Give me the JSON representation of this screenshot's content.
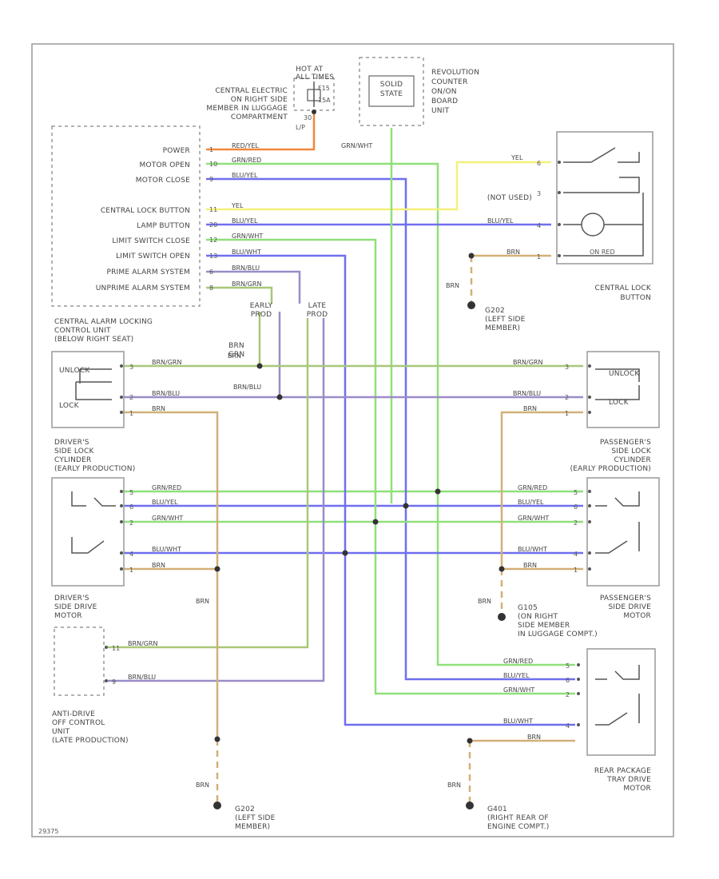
{
  "labels": {
    "hot_at": [
      "HOT AT",
      "ALL TIMES"
    ],
    "fuse_cluster": [
      "CENTRAL ELECTRIC",
      "ON RIGHT SIDE",
      "MEMBER IN LUGGAGE",
      "COMPARTMENT"
    ],
    "fuse_code": "F15",
    "fuse_amp": "15A",
    "fuse_pin": "L/P",
    "fuse_num": "30",
    "rev_counter_box": [
      "SOLID",
      "STATE"
    ],
    "rev_counter": [
      "REVOLUTION",
      "COUNTER",
      "ON/ON",
      "BOARD",
      "UNIT"
    ],
    "ctrl_unit_pins": [
      "POWER",
      "MOTOR OPEN",
      "MOTOR CLOSE",
      "CENTRAL LOCK BUTTON",
      "LAMP BUTTON",
      "LIMIT SWITCH CLOSE",
      "LIMIT SWITCH OPEN",
      "PRIME ALARM SYSTEM",
      "UNPRIME ALARM SYSTEM"
    ],
    "ctrl_unit": [
      "CENTRAL ALARM LOCKING",
      "CONTROL UNIT",
      "(BELOW RIGHT SEAT)"
    ],
    "central_lock_btn": [
      "CENTRAL LOCK",
      "BUTTON"
    ],
    "not_used": "(NOT USED)",
    "on_red": "ON RED",
    "g202": [
      "G202",
      "(LEFT SIDE",
      "MEMBER)"
    ],
    "early_prod_lbl": [
      "EARLY",
      "PROD"
    ],
    "late_prod_lbl": [
      "LATE",
      "PROD"
    ],
    "brn_grn": [
      "BRN",
      "GRN"
    ],
    "unlock": "UNLOCK",
    "lock": "LOCK",
    "drivers_cyl": [
      "DRIVER'S",
      "SIDE LOCK",
      "CYLINDER",
      "(EARLY PRODUCTION)"
    ],
    "pass_cyl": [
      "PASSENGER'S",
      "SIDE LOCK",
      "CYLINDER",
      "(EARLY PRODUCTION)"
    ],
    "drivers_motor": [
      "DRIVER'S",
      "SIDE DRIVE",
      "MOTOR"
    ],
    "pass_motor": [
      "PASSENGER'S",
      "SIDE DRIVE",
      "MOTOR"
    ],
    "g105": [
      "G105",
      "(ON RIGHT",
      "SIDE MEMBER",
      "IN LUGGAGE COMPT.)"
    ],
    "antidrive": [
      "ANTI-DRIVE",
      "OFF CONTROL",
      "UNIT",
      "(LATE PRODUCTION)"
    ],
    "rear_motor": [
      "REAR PACKAGE",
      "TRAY DRIVE",
      "MOTOR"
    ],
    "g202_bottom": [
      "G202",
      "(LEFT SIDE",
      "MEMBER)"
    ],
    "g401": [
      "G401",
      "(RIGHT REAR OF",
      "ENGINE COMPT.)"
    ],
    "diagram_code": "29375"
  },
  "wires": {
    "red_yel": "RED/YEL",
    "grn_red": "GRN/RED",
    "blu_yel": "BLU/YEL",
    "yel": "YEL",
    "grn_wht": "GRN/WHT",
    "blu_wht": "BLU/WHT",
    "brn_blu": "BRN/BLU",
    "brn_grn": "BRN/GRN",
    "brn": "BRN"
  },
  "colors": {
    "red": "#f0873c",
    "green": "#8fe07a",
    "blue": "#6f6ff0",
    "yellow": "#f5f07a",
    "brn": "#d2b078",
    "brnblu": "#9a8cc8",
    "brngrn": "#a8c878"
  }
}
